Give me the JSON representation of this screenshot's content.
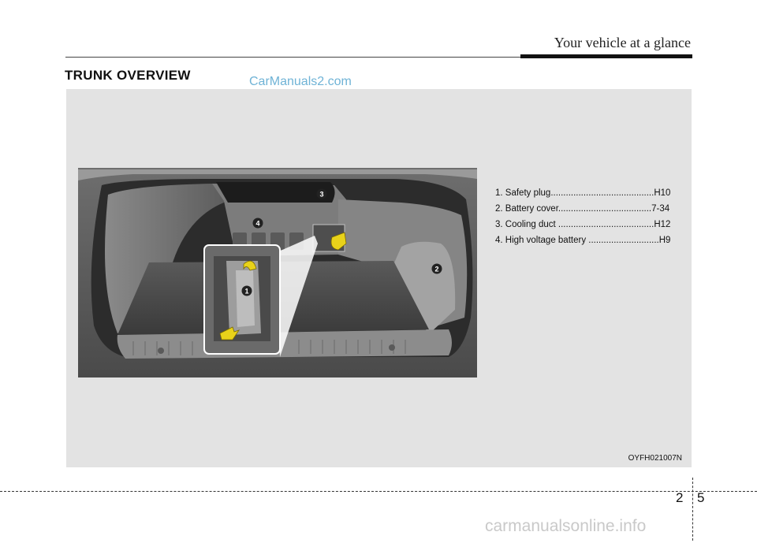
{
  "header": {
    "title": "Your vehicle at a glance"
  },
  "section": {
    "title": "TRUNK OVERVIEW"
  },
  "watermarks": {
    "top": "CarManuals2.com",
    "bottom": "carmanualsonline.info"
  },
  "figure": {
    "legend": [
      {
        "label": "1. Safety plug.........................................H10"
      },
      {
        "label": "2. Battery cover.....................................7-34"
      },
      {
        "label": "3. Cooling duct ......................................H12"
      },
      {
        "label": "4. High voltage battery ............................H9"
      }
    ],
    "callouts": [
      "1",
      "2",
      "3",
      "4"
    ],
    "code": "OYFH021007N"
  },
  "footer": {
    "chapter": "2",
    "page": "5"
  },
  "colors": {
    "callout_fill": "#222222",
    "arrow_fill": "#e8d21a",
    "watermark_blue": "#6fb3d6"
  }
}
